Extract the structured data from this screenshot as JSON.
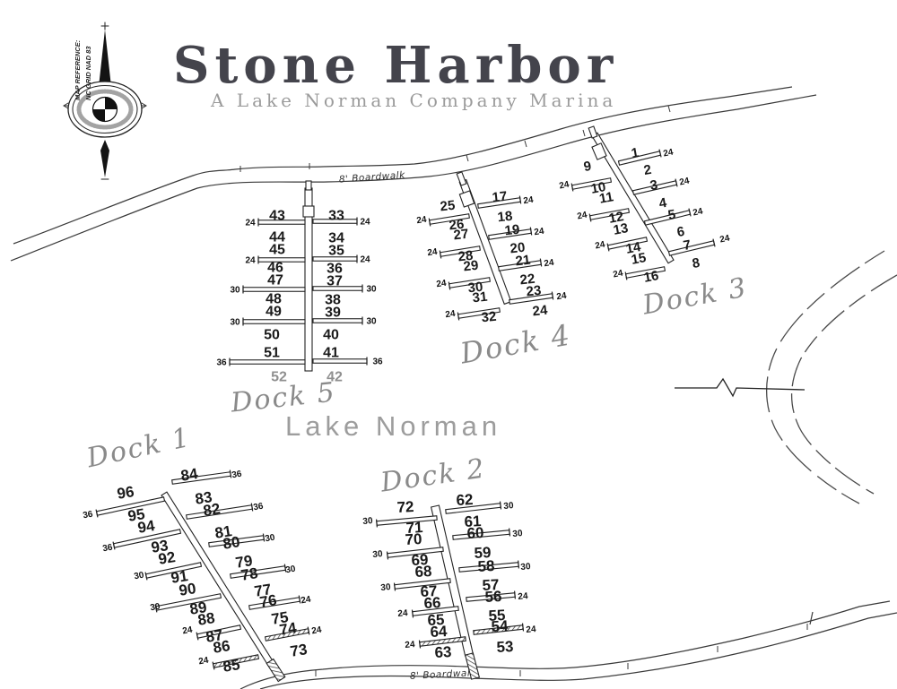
{
  "title": {
    "main": "Stone Harbor",
    "subtitle": "A Lake Norman Company Marina"
  },
  "compass": {
    "reference_line1": "MAP REFERENCE:",
    "reference_line2": "NC GRID NAD 83"
  },
  "labels": {
    "lake": "Lake Norman",
    "boardwalk_top": "8' Boardwalk",
    "boardwalk_bottom": "8' Boardwalk"
  },
  "docks": [
    {
      "id": "dock1",
      "name": "Dock 1",
      "slips": [
        "96",
        "95",
        "94",
        "93",
        "92",
        "91",
        "90",
        "89",
        "88",
        "87",
        "86",
        "85",
        "84",
        "83",
        "82",
        "81",
        "80",
        "79",
        "78",
        "77",
        "76",
        "75",
        "74",
        "73"
      ],
      "lengths": [
        "36",
        "36",
        "30",
        "30",
        "24",
        "24",
        "36",
        "36",
        "30",
        "30",
        "24",
        "24"
      ]
    },
    {
      "id": "dock2",
      "name": "Dock 2",
      "slips": [
        "72",
        "71",
        "70",
        "69",
        "68",
        "67",
        "66",
        "65",
        "64",
        "63",
        "62",
        "61",
        "60",
        "59",
        "58",
        "57",
        "56",
        "55",
        "54",
        "53"
      ],
      "lengths": [
        "30",
        "30",
        "30",
        "24",
        "24",
        "30",
        "30",
        "30",
        "24",
        "24"
      ]
    },
    {
      "id": "dock3",
      "name": "Dock 3",
      "slips": [
        "9",
        "10",
        "11",
        "12",
        "13",
        "14",
        "15",
        "16",
        "1",
        "2",
        "3",
        "4",
        "5",
        "6",
        "7",
        "8"
      ],
      "lengths": [
        "24",
        "24",
        "24",
        "24",
        "24",
        "24",
        "24",
        "24"
      ]
    },
    {
      "id": "dock4",
      "name": "Dock 4",
      "slips": [
        "25",
        "26",
        "27",
        "28",
        "29",
        "30",
        "31",
        "32",
        "17",
        "18",
        "19",
        "20",
        "21",
        "22",
        "23",
        "24"
      ],
      "lengths": [
        "24",
        "24",
        "24",
        "24",
        "24",
        "24",
        "24",
        "24"
      ]
    },
    {
      "id": "dock5",
      "name": "Dock 5",
      "slips": [
        "43",
        "44",
        "45",
        "46",
        "47",
        "48",
        "49",
        "50",
        "51",
        "52",
        "33",
        "34",
        "35",
        "36",
        "37",
        "38",
        "39",
        "40",
        "41",
        "42"
      ],
      "lengths": [
        "24",
        "24",
        "30",
        "30",
        "36",
        "24",
        "24",
        "30",
        "30",
        "36"
      ]
    }
  ]
}
